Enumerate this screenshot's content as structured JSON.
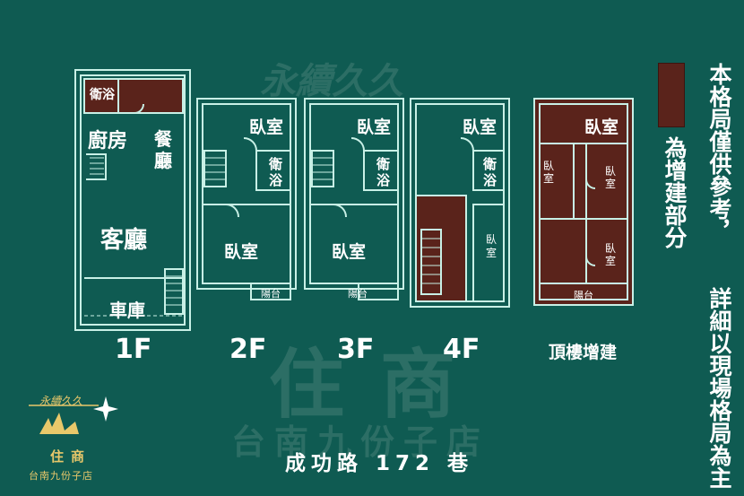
{
  "watermark": {
    "brand": "永續久久",
    "name": "住商",
    "branch": "台南九份子店"
  },
  "floors": [
    {
      "label": "1F",
      "rooms": {
        "bath": "衛浴",
        "kitchen": "廚房",
        "dining": "餐廳",
        "living": "客廳",
        "garage": "車庫"
      }
    },
    {
      "label": "2F",
      "rooms": {
        "bed_top": "臥室",
        "bath": "衛浴",
        "bed_main": "臥室",
        "balcony": "陽台"
      }
    },
    {
      "label": "3F",
      "rooms": {
        "bed_top": "臥室",
        "bath": "衛浴",
        "bed_main": "臥室",
        "balcony": "陽台"
      }
    },
    {
      "label": "4F",
      "rooms": {
        "bed_top": "臥室",
        "bath": "衛浴",
        "bed_side": "臥室"
      }
    },
    {
      "label": "頂樓增建",
      "rooms": {
        "bed_top": "臥室",
        "bed_a": "臥室",
        "bed_b": "臥室",
        "bed_c": "臥室",
        "balcony": "陽台"
      }
    }
  ],
  "street": "成功路 172 巷",
  "note": {
    "legend": "為增建部分",
    "line1": "本格局僅供參考，",
    "line2": "詳細以現場格局為主"
  },
  "logo": {
    "brand": "永續久久",
    "name": "住商",
    "branch": "台南九份子店"
  },
  "colors": {
    "background": "#0f5b52",
    "wall": "#c8f0e6",
    "addition": "#5a231b",
    "text": "#ffffff",
    "logo": "#e9c86a"
  }
}
